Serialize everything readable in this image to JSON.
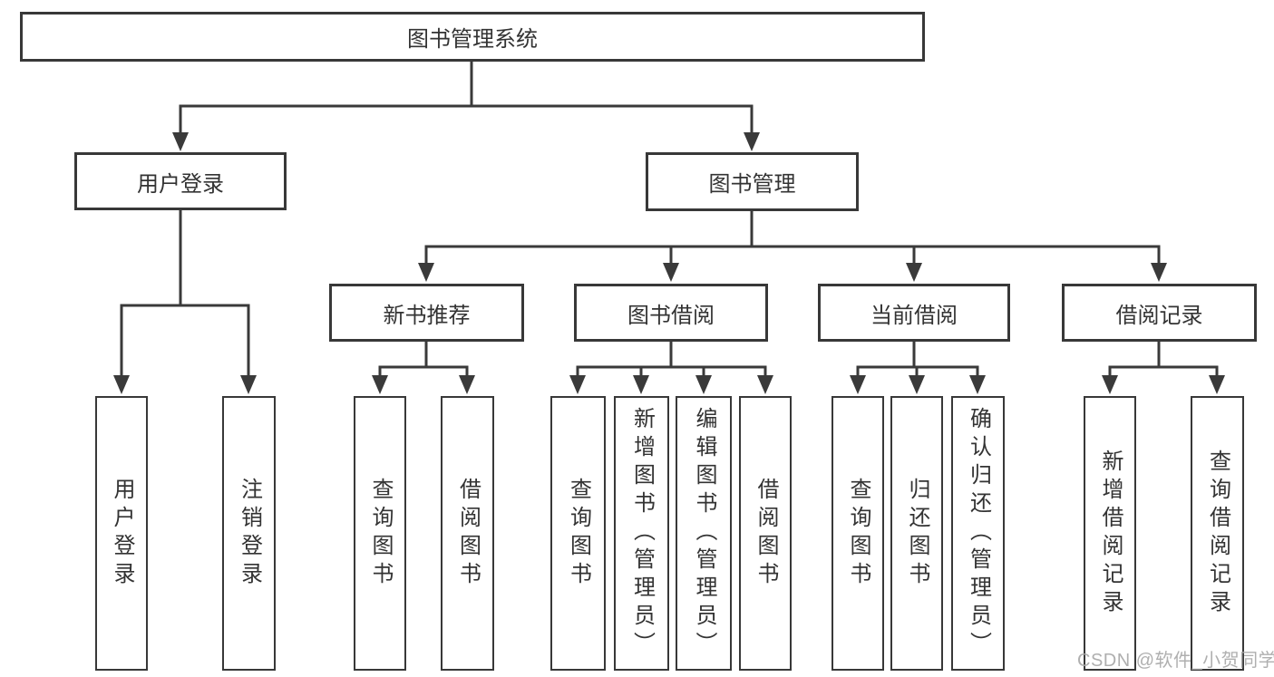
{
  "diagram": {
    "type": "tree",
    "root": {
      "label": "图书管理系统",
      "children": [
        {
          "label": "用户登录",
          "children": [
            {
              "label": "用户登录"
            },
            {
              "label": "注销登录"
            }
          ]
        },
        {
          "label": "图书管理",
          "children": [
            {
              "label": "新书推荐",
              "children": [
                {
                  "label": "查询图书"
                },
                {
                  "label": "借阅图书"
                }
              ]
            },
            {
              "label": "图书借阅",
              "children": [
                {
                  "label": "查询图书"
                },
                {
                  "label": "新增图书（管理员）"
                },
                {
                  "label": "编辑图书（管理员）"
                },
                {
                  "label": "借阅图书"
                }
              ]
            },
            {
              "label": "当前借阅",
              "children": [
                {
                  "label": "查询图书"
                },
                {
                  "label": "归还图书"
                },
                {
                  "label": "确认归还（管理员）"
                }
              ]
            },
            {
              "label": "借阅记录",
              "children": [
                {
                  "label": "新增借阅记录"
                },
                {
                  "label": "查询借阅记录"
                }
              ]
            }
          ]
        }
      ]
    }
  },
  "watermark": {
    "text": "CSDN @软件_小贺同学"
  },
  "colors": {
    "line": "#3a3a3a",
    "border": "#383838",
    "text": "#333333",
    "background": "#ffffff",
    "watermark": "#a8a8a8"
  }
}
